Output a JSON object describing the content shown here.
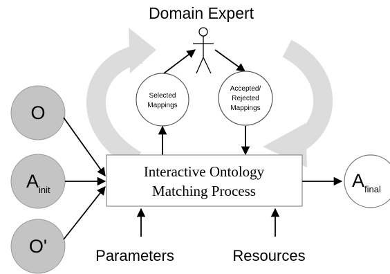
{
  "title": "Domain Expert",
  "inputs": {
    "o": {
      "label": "O",
      "sub": ""
    },
    "a_init": {
      "label": "A",
      "sub": "init"
    },
    "o_prime": {
      "label": "O'",
      "sub": ""
    }
  },
  "process": {
    "line1": "Interactive Ontology",
    "line2": "Matching Process"
  },
  "output": {
    "label": "A",
    "sub": "final"
  },
  "selected": {
    "line1": "Selected",
    "line2": "Mappings"
  },
  "accepted": {
    "line1": "Accepted/",
    "line2": "Rejected",
    "line3": "Mappings"
  },
  "parameters": "Parameters",
  "resources": "Resources",
  "icons": [
    "stick-figure-icon",
    "cycle-arrow-icon"
  ],
  "colors": {
    "input_fill": "#c4c4c4",
    "cycle_arrow": "#dcdcdc",
    "stroke": "#555555"
  }
}
